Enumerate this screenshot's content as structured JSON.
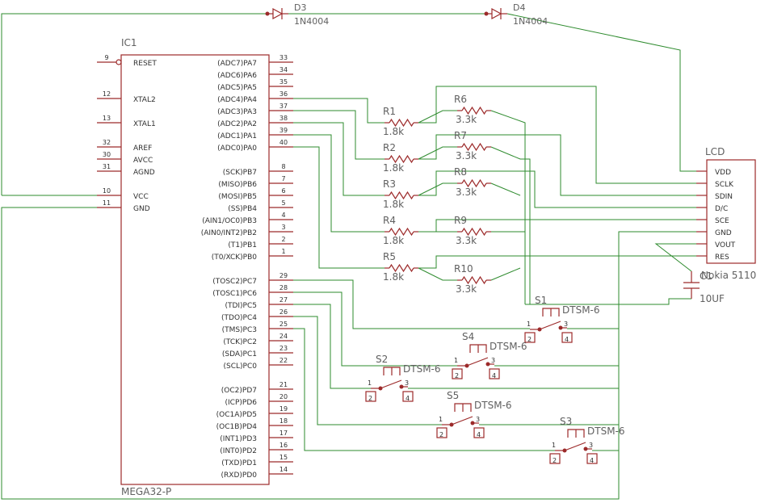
{
  "ic": {
    "name": "IC1",
    "value": "MEGA32-P",
    "left_pins": [
      {
        "num": "9",
        "label": "RESET"
      },
      {
        "num": "12",
        "label": "XTAL2"
      },
      {
        "num": "13",
        "label": "XTAL1"
      },
      {
        "num": "32",
        "label": "AREF"
      },
      {
        "num": "30",
        "label": "AVCC"
      },
      {
        "num": "31",
        "label": "AGND"
      },
      {
        "num": "10",
        "label": "VCC"
      },
      {
        "num": "11",
        "label": "GND"
      }
    ],
    "right_pins": [
      {
        "num": "33",
        "label": "(ADC7)PA7"
      },
      {
        "num": "34",
        "label": "(ADC6)PA6"
      },
      {
        "num": "35",
        "label": "(ADC5)PA5"
      },
      {
        "num": "36",
        "label": "(ADC4)PA4"
      },
      {
        "num": "37",
        "label": "(ADC3)PA3"
      },
      {
        "num": "38",
        "label": "(ADC2)PA2"
      },
      {
        "num": "39",
        "label": "(ADC1)PA1"
      },
      {
        "num": "40",
        "label": "(ADC0)PA0"
      },
      {
        "num": "8",
        "label": "(SCK)PB7"
      },
      {
        "num": "7",
        "label": "(MISO)PB6"
      },
      {
        "num": "6",
        "label": "(MOSI)PB5"
      },
      {
        "num": "5",
        "label": "(SS)PB4"
      },
      {
        "num": "4",
        "label": "(AIN1/OC0)PB3"
      },
      {
        "num": "3",
        "label": "(AIN0/INT2)PB2"
      },
      {
        "num": "2",
        "label": "(T1)PB1"
      },
      {
        "num": "1",
        "label": "(T0/XCK)PB0"
      },
      {
        "num": "29",
        "label": "(TOSC2)PC7"
      },
      {
        "num": "28",
        "label": "(TOSC1)PC6"
      },
      {
        "num": "27",
        "label": "(TDI)PC5"
      },
      {
        "num": "26",
        "label": "(TDO)PC4"
      },
      {
        "num": "25",
        "label": "(TMS)PC3"
      },
      {
        "num": "24",
        "label": "(TCK)PC2"
      },
      {
        "num": "23",
        "label": "(SDA)PC1"
      },
      {
        "num": "22",
        "label": "(SCL)PC0"
      },
      {
        "num": "21",
        "label": "(OC2)PD7"
      },
      {
        "num": "20",
        "label": "(ICP)PD6"
      },
      {
        "num": "19",
        "label": "(OC1A)PD5"
      },
      {
        "num": "18",
        "label": "(OC1B)PD4"
      },
      {
        "num": "17",
        "label": "(INT1)PD3"
      },
      {
        "num": "16",
        "label": "(INT0)PD2"
      },
      {
        "num": "15",
        "label": "(TXD)PD1"
      },
      {
        "num": "14",
        "label": "(RXD)PD0"
      }
    ]
  },
  "diodes": [
    {
      "name": "D3",
      "value": "1N4004"
    },
    {
      "name": "D4",
      "value": "1N4004"
    }
  ],
  "resistors_series": [
    {
      "name": "R1",
      "value": "1.8k"
    },
    {
      "name": "R2",
      "value": "1.8k"
    },
    {
      "name": "R3",
      "value": "1.8k"
    },
    {
      "name": "R4",
      "value": "1.8k"
    },
    {
      "name": "R5",
      "value": "1.8k"
    }
  ],
  "resistors_divider": [
    {
      "name": "R6",
      "value": "3.3k"
    },
    {
      "name": "R7",
      "value": "3.3k"
    },
    {
      "name": "R8",
      "value": "3.3k"
    },
    {
      "name": "R9",
      "value": "3.3k"
    },
    {
      "name": "R10",
      "value": "3.3k"
    }
  ],
  "lcd": {
    "name": "LCD",
    "value": "Nokia 5110",
    "pins": [
      "VDD",
      "SCLK",
      "SDIN",
      "D/C",
      "SCE",
      "GND",
      "VOUT",
      "RES"
    ]
  },
  "capacitor": {
    "name": "C1",
    "value": "10UF"
  },
  "switches": [
    {
      "name": "S1",
      "value": "DTSM-6"
    },
    {
      "name": "S4",
      "value": "DTSM-6"
    },
    {
      "name": "S2",
      "value": "DTSM-6"
    },
    {
      "name": "S5",
      "value": "DTSM-6"
    },
    {
      "name": "S3",
      "value": "DTSM-6"
    }
  ],
  "switch_pin_numbers": [
    "1",
    "2",
    "3",
    "4"
  ]
}
